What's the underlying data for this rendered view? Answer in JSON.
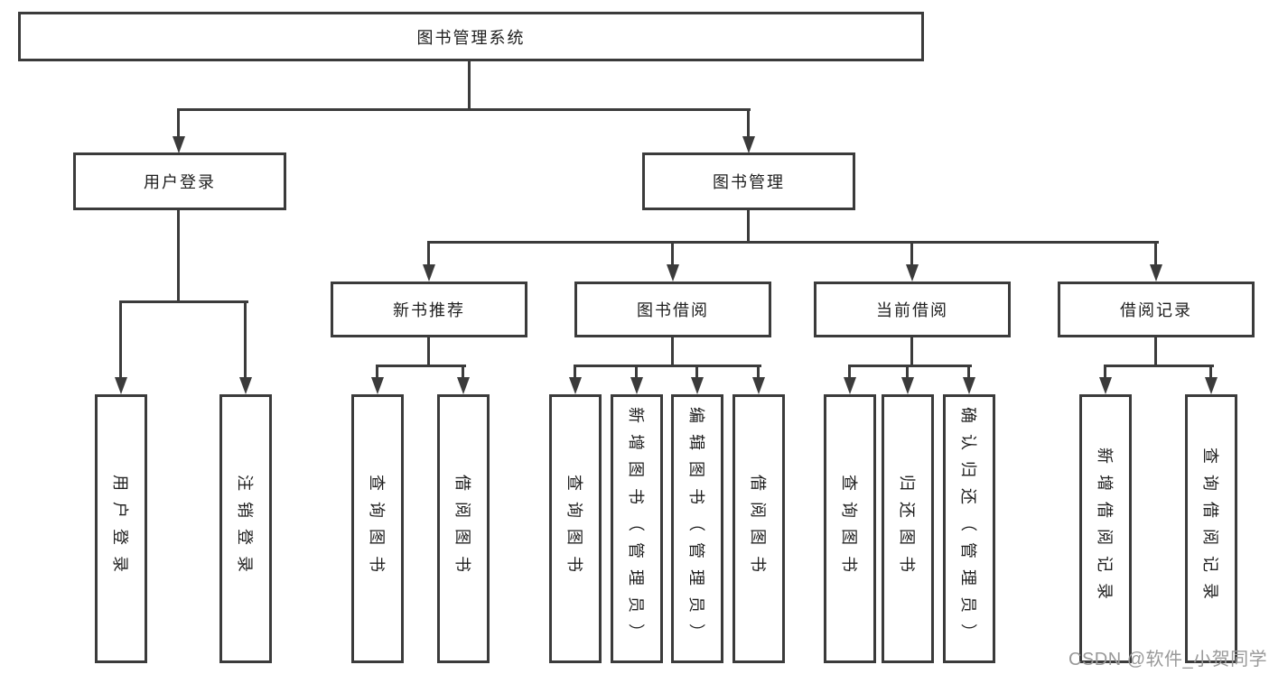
{
  "diagram": {
    "root": {
      "label": "图书管理系统"
    },
    "level2": {
      "user_login": {
        "label": "用户登录"
      },
      "book_mgmt": {
        "label": "图书管理"
      }
    },
    "level3": {
      "new_book_rec": {
        "label": "新书推荐"
      },
      "book_borrow": {
        "label": "图书借阅"
      },
      "current_borrow": {
        "label": "当前借阅"
      },
      "borrow_record": {
        "label": "借阅记录"
      }
    },
    "leaves": {
      "user_login_action": {
        "label": "用户登录"
      },
      "logout_action": {
        "label": "注销登录"
      },
      "rec_query_book": {
        "label": "查询图书"
      },
      "rec_borrow_book": {
        "label": "借阅图书"
      },
      "bb_query_book": {
        "label": "查询图书"
      },
      "bb_add_book": {
        "label": "新增图书（管理员）"
      },
      "bb_edit_book": {
        "label": "编辑图书（管理员）"
      },
      "bb_borrow_book": {
        "label": "借阅图书"
      },
      "cb_query_book": {
        "label": "查询图书"
      },
      "cb_return_book": {
        "label": "归还图书"
      },
      "cb_confirm_return": {
        "label": "确认归还（管理员）"
      },
      "br_add_record": {
        "label": "新增借阅记录"
      },
      "br_query_record": {
        "label": "查询借阅记录"
      }
    },
    "watermark": "CSDN @软件_小贺同学",
    "colors": {
      "line": "#3b3b3b",
      "text": "#1e1e1e",
      "watermark": "#999999",
      "background": "#ffffff"
    }
  }
}
